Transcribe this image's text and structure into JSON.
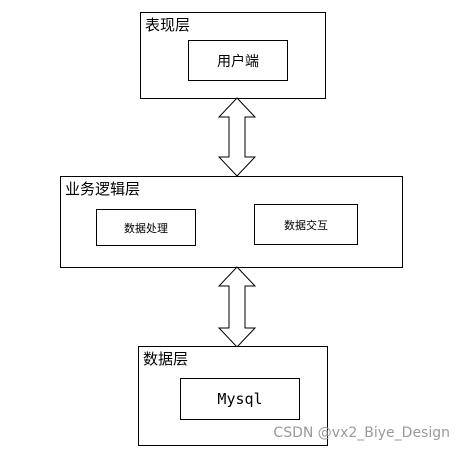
{
  "layers": {
    "presentation": {
      "title": "表现层",
      "nodes": [
        "用户端"
      ]
    },
    "logic": {
      "title": "业务逻辑层",
      "nodes": [
        "数据处理",
        "数据交互"
      ]
    },
    "data": {
      "title": "数据层",
      "nodes": [
        "Mysql"
      ]
    }
  },
  "watermark": "CSDN @vx2_Biye_Design",
  "colors": {
    "stroke": "#000000",
    "background": "#ffffff",
    "watermark": "#9a9a9a"
  },
  "icons": [
    "double-arrow-icon",
    "double-arrow-icon"
  ]
}
